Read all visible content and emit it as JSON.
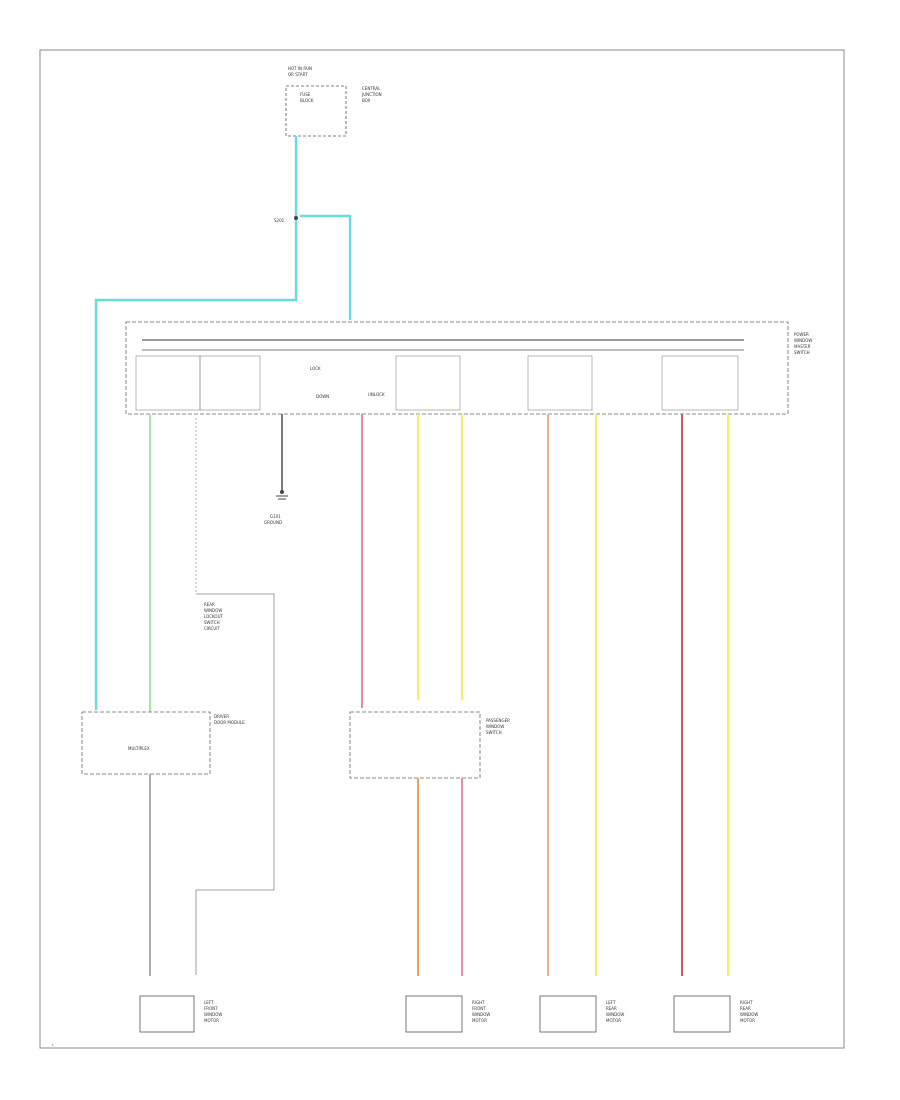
{
  "diagram": {
    "blocks": {
      "power_source": [
        "HOT IN RUN",
        "OR START",
        "FUSE",
        "BLOCK"
      ],
      "power_source_note": [
        "CENTRAL",
        "JUNCTION",
        "BOX"
      ],
      "switch_assembly": [
        "POWER",
        "WINDOW",
        "MASTER",
        "SWITCH"
      ],
      "module": "MULTIPLEX",
      "module_label": [
        "DRIVER",
        "DOOR MODULE"
      ],
      "passenger_switch": [
        "PASSENGER",
        "WINDOW",
        "SWITCH"
      ],
      "ground": [
        "G101",
        "GROUND"
      ],
      "splice": "S201",
      "down_label": "DOWN",
      "lock_label": "LOCK",
      "unlock_label": "UNLOCK",
      "note_box": [
        "REAR",
        "WINDOW",
        "LOCKOUT",
        "SWITCH",
        "CIRCUIT"
      ],
      "footer": "L"
    },
    "motors": [
      {
        "id": "lf",
        "text": [
          "LEFT",
          "FRONT",
          "WINDOW",
          "MOTOR"
        ]
      },
      {
        "id": "rf",
        "text": [
          "RIGHT",
          "FRONT",
          "WINDOW",
          "MOTOR"
        ]
      },
      {
        "id": "lr",
        "text": [
          "LEFT",
          "REAR",
          "WINDOW",
          "MOTOR"
        ]
      },
      {
        "id": "rr",
        "text": [
          "RIGHT",
          "REAR",
          "WINDOW",
          "MOTOR"
        ]
      }
    ],
    "wire_colors": {
      "cyan": "#66dddd",
      "green": "#a6e6a6",
      "pink": "#f08aa0",
      "yellow": "#f4f066",
      "orange": "#f0a060",
      "peach": "#f4b090",
      "red": "#d05a6a",
      "gray": "#9a9a9a",
      "black": "#444444"
    }
  }
}
